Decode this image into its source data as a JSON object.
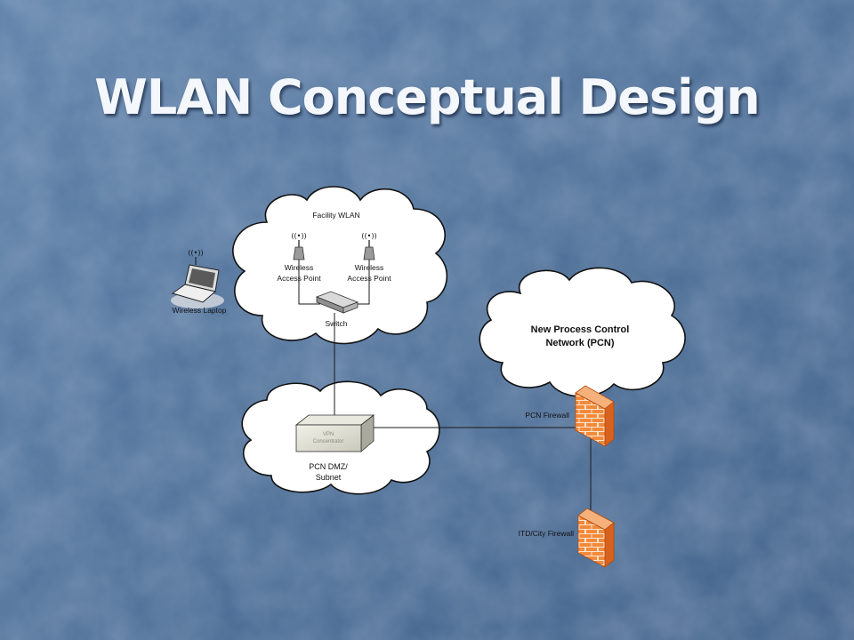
{
  "slide": {
    "title": "WLAN Conceptual Design",
    "background_color": "#4d6f98"
  },
  "diagram": {
    "facility_wlan_label": "Facility WLAN",
    "access_point_1": {
      "line1": "Wireless",
      "line2": "Access Point"
    },
    "access_point_2": {
      "line1": "Wireless",
      "line2": "Access Point"
    },
    "switch_label": "Switch",
    "laptop_label": "Wireless Laptop",
    "pcn_cloud": {
      "line1": "New Process Control",
      "line2": "Network (PCN)"
    },
    "vpn": {
      "line1": "VPN",
      "line2": "Concentrator"
    },
    "dmz_label": {
      "line1": "PCN DMZ/",
      "line2": "Subnet"
    },
    "pcn_firewall_label": "PCN Firewall",
    "city_firewall_label": "ITD/City Firewall",
    "firewall_color": "#f07a2a",
    "line_color": "#1a1a1a"
  }
}
